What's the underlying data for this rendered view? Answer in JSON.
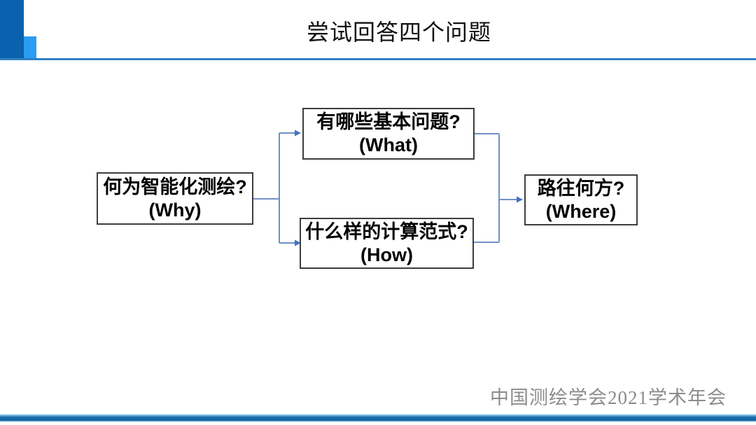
{
  "slide": {
    "title": "尝试回答四个问题",
    "footer": "中国测绘学会2021学术年会"
  },
  "diagram": {
    "boxes": [
      {
        "id": "why",
        "line1": "何为智能化测绘?",
        "line2": "(Why)"
      },
      {
        "id": "what",
        "line1": "有哪些基本问题?",
        "line2": "(What)"
      },
      {
        "id": "how",
        "line1": "什么样的计算范式?",
        "line2": "(How)"
      },
      {
        "id": "where",
        "line1": "路往何方?",
        "line2": "(Where)"
      }
    ],
    "flow": "why -> what, why -> how, what -> where, how -> where"
  },
  "colors": {
    "corner_dark_blue": "#0a61ad",
    "corner_light_blue": "#2b9cf2",
    "title_rule_blue": "#2e7fc1",
    "connector_blue": "#7090c8",
    "arrowhead_blue": "#4472c4",
    "box_border": "#3d3d3d",
    "footer_gray": "#8c8c8c",
    "bottom_bar_blue": "#1b6aad"
  }
}
